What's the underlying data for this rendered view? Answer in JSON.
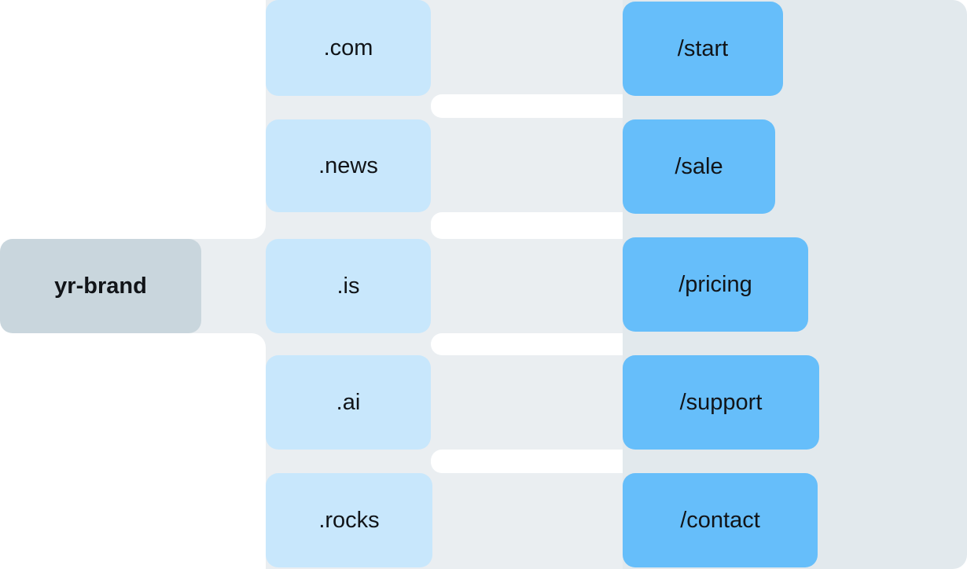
{
  "brand": {
    "label": "yr-brand"
  },
  "domains": [
    {
      "label": ".com"
    },
    {
      "label": ".news"
    },
    {
      "label": ".is"
    },
    {
      "label": ".ai"
    },
    {
      "label": ".rocks"
    }
  ],
  "paths": [
    {
      "label": "/start"
    },
    {
      "label": "/sale"
    },
    {
      "label": "/pricing"
    },
    {
      "label": "/support"
    },
    {
      "label": "/contact"
    }
  ],
  "colors": {
    "brand_node": "#c9d6dd",
    "domain_node": "#c8e7fc",
    "path_node": "#66befa",
    "domain_band": "#eaeef1",
    "path_band": "#e2e9ed"
  }
}
